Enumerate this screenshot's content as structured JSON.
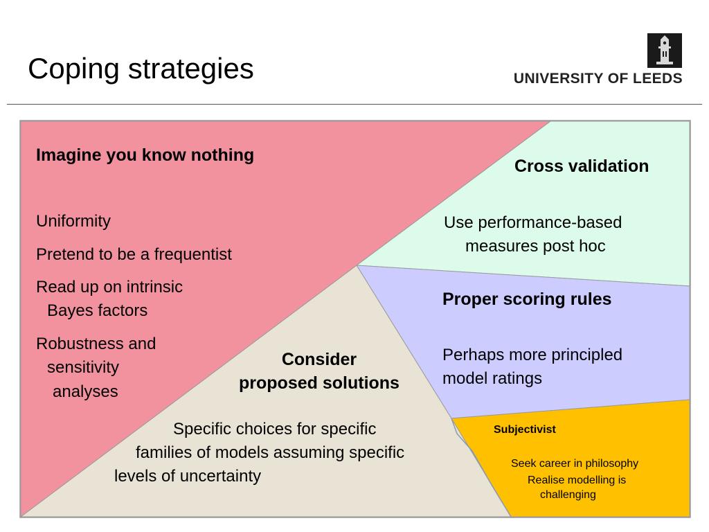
{
  "slide": {
    "title": "Coping strategies",
    "logo_text": "UNIVERSITY OF LEEDS"
  },
  "regions": {
    "nothing": {
      "heading": "Imagine you know nothing",
      "items": [
        "Uniformity",
        "Pretend to be a frequentist",
        "Read up on intrinsic",
        "Bayes factors",
        "Robustness and",
        "sensitivity",
        "analyses"
      ],
      "color": "#f2929f"
    },
    "cross": {
      "heading": "Cross validation",
      "lines": [
        "Use performance-based",
        "measures post hoc"
      ],
      "color": "#dcfbea"
    },
    "scoring": {
      "heading": "Proper scoring rules",
      "lines": [
        "Perhaps more principled",
        "model ratings"
      ],
      "color": "#ccccff"
    },
    "subjectivist": {
      "heading": "Subjectivist",
      "lines": [
        "Seek career in philosophy",
        "Realise modelling is",
        "challenging"
      ],
      "color": "#ffc000"
    },
    "consider": {
      "heading_lines": [
        "Consider",
        "proposed solutions"
      ],
      "lines": [
        "Specific choices for specific",
        "families of models assuming specific",
        "levels of uncertainty"
      ],
      "color": "#e8e3d5"
    }
  }
}
